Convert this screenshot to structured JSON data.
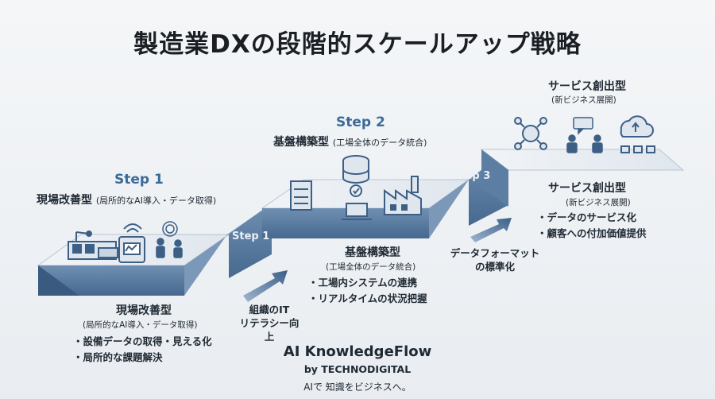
{
  "title": "製造業DXの段階的スケールアップ戦略",
  "step1": {
    "label": "Step 1",
    "heading": "現場改善型",
    "heading_paren": "(局所的なAI導入・データ取得)",
    "stair_label": "Step 1",
    "lower_heading": "現場改善型",
    "lower_sub": "(局所的なAI導入・データ取得)",
    "bullets": [
      "設備データの取得・見える化",
      "局所的な課題解決"
    ]
  },
  "arrow1": {
    "line1": "組織のIT",
    "line2": "リテラシー向上"
  },
  "step2": {
    "label": "Step 2",
    "heading": "基盤構築型",
    "heading_paren": "(工場全体のデータ統合)",
    "lower_heading": "基盤構築型",
    "lower_sub": "(工場全体のデータ統合)",
    "bullets": [
      "工場内システムの連携",
      "リアルタイムの状況把握"
    ]
  },
  "arrow2": {
    "line1": "データフォーマット",
    "line2": "の標準化"
  },
  "step3": {
    "stair_label": "Step 3",
    "heading": "サービス創出型",
    "heading_sub": "(新ビジネス展開)",
    "lower_heading": "サービス創出型",
    "lower_sub": "(新ビジネス展開)",
    "bullets": [
      "データのサービス化",
      "顧客への付加価値提供"
    ]
  },
  "brand": {
    "name": "AI KnowledgeFlow",
    "by": "by TECHNODIGITAL",
    "tagline": "AIで 知識をビジネスへ。"
  },
  "colors": {
    "stair_top": "#e9eef3",
    "stair_front": "#5d7ea3",
    "stair_front_dark": "#42648c",
    "icon": "#3d5f86",
    "accent": "#3b6a9a"
  }
}
